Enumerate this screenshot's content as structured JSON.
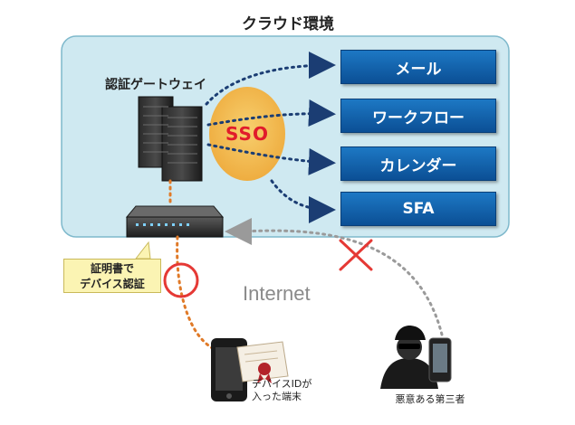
{
  "cloud": {
    "title": "クラウド環境",
    "bg_color": "#cfe9f1",
    "border_color": "#7fb9cc"
  },
  "gateway": {
    "label": "認証ゲートウェイ"
  },
  "sso": {
    "label": "SSO",
    "label_color": "#e11b2b",
    "bubble_color": "#f2b94a"
  },
  "services": [
    {
      "label": "メール"
    },
    {
      "label": "ワークフロー"
    },
    {
      "label": "カレンダー"
    },
    {
      "label": "SFA"
    }
  ],
  "service_color": "#1565b5",
  "callout": {
    "line1": "証明書で",
    "line2": "デバイス認証",
    "bg_color": "#fbf4b3"
  },
  "internet": {
    "label": "Internet"
  },
  "device": {
    "line1": "デバイスIDが",
    "line2": "入った端末"
  },
  "attacker": {
    "label": "悪意ある第三者"
  },
  "icons": [
    "server-rack-icon",
    "appliance-icon",
    "smartphone-icon",
    "certificate-icon",
    "hacker-icon",
    "allowed-circle-icon",
    "blocked-x-icon"
  ]
}
